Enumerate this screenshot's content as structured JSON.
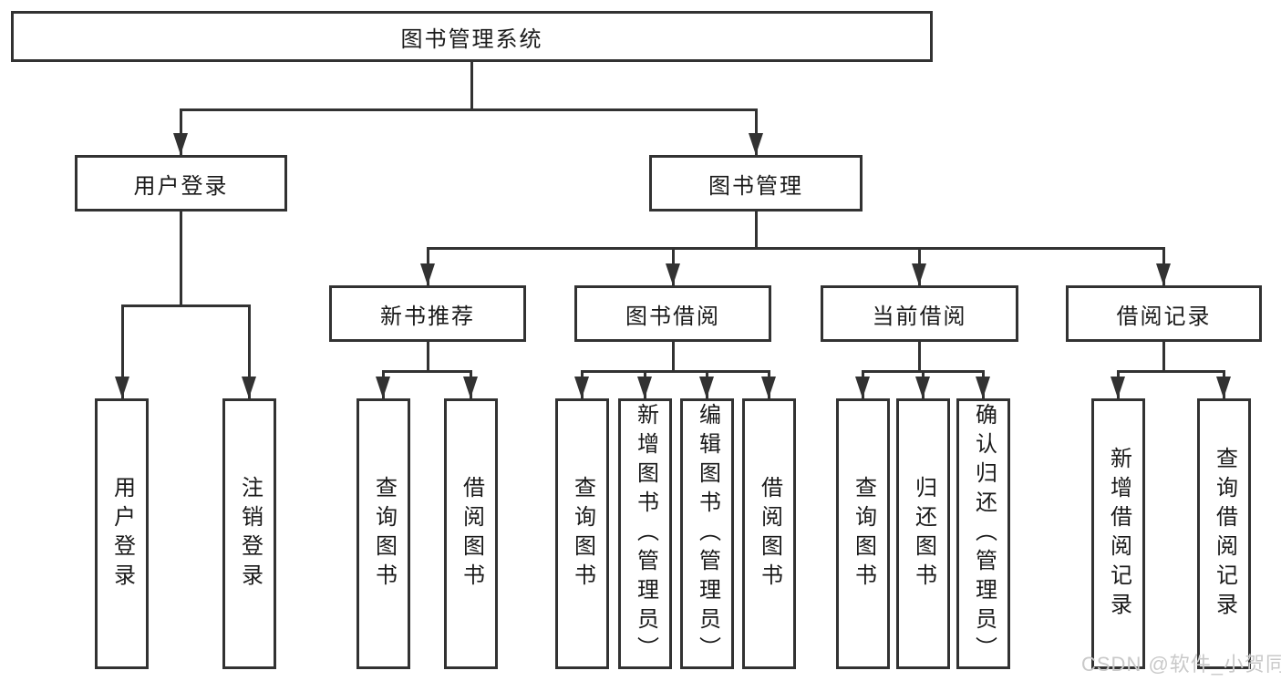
{
  "diagram": {
    "root": {
      "label": "图书管理系统"
    },
    "branches": [
      {
        "label": "用户登录",
        "children": [
          {
            "label": "用户登录"
          },
          {
            "label": "注销登录"
          }
        ]
      },
      {
        "label": "图书管理",
        "children": [
          {
            "label": "新书推荐",
            "children": [
              {
                "label": "查询图书"
              },
              {
                "label": "借阅图书"
              }
            ]
          },
          {
            "label": "图书借阅",
            "children": [
              {
                "label": "查询图书"
              },
              {
                "label": "新增图书（管理员）"
              },
              {
                "label": "编辑图书（管理员）"
              },
              {
                "label": "借阅图书"
              }
            ]
          },
          {
            "label": "当前借阅",
            "children": [
              {
                "label": "查询图书"
              },
              {
                "label": "归还图书"
              },
              {
                "label": "确认归还（管理员）"
              }
            ]
          },
          {
            "label": "借阅记录",
            "children": [
              {
                "label": "新增借阅记录"
              },
              {
                "label": "查询借阅记录"
              }
            ]
          }
        ]
      }
    ]
  },
  "watermark": {
    "text": "CSDN @软件_小贺同学"
  },
  "colors": {
    "line": "#323232",
    "text": "#1a1a1a",
    "background": "#ffffff",
    "watermark": "#c9c9c9"
  }
}
